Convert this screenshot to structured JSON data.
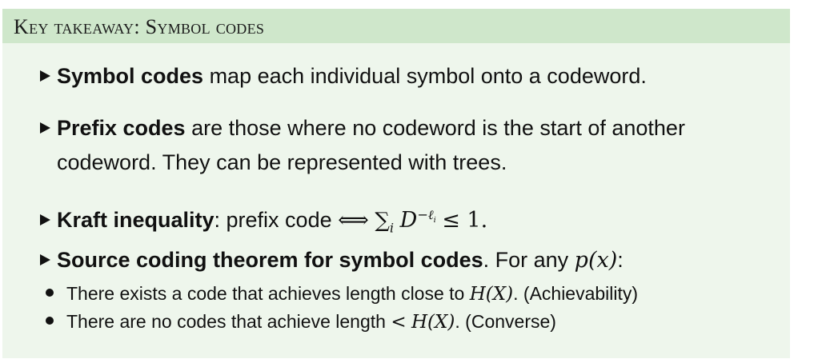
{
  "block": {
    "title": "Key takeaway: Symbol codes"
  },
  "items": [
    {
      "bold": "Symbol codes",
      "text": " map each individual symbol onto a codeword."
    },
    {
      "bold": "Prefix codes",
      "text": " are those where no codeword is the start of another",
      "continuation": "codeword. They can be represented with trees."
    },
    {
      "bold": "Kraft inequality",
      "text": ": prefix code ",
      "iff": "⟺",
      "sum": "∑",
      "sum_index": "i",
      "base": "D",
      "exponent": "−ℓ",
      "exponent_sub": "i",
      "relation": "≤ 1."
    },
    {
      "bold": "Source coding theorem for symbol codes",
      "text": ". For any ",
      "func": "p",
      "arg": "(x)",
      "tail": ":",
      "subitems": [
        {
          "text_before": "There exists a code that achieves length close to ",
          "math": "H(X)",
          "text_after": ". (Achievability)"
        },
        {
          "text_before": "There are no codes that achieve length ",
          "relation": "<",
          "math": "H(X)",
          "text_after": ". (Converse)"
        }
      ]
    }
  ]
}
